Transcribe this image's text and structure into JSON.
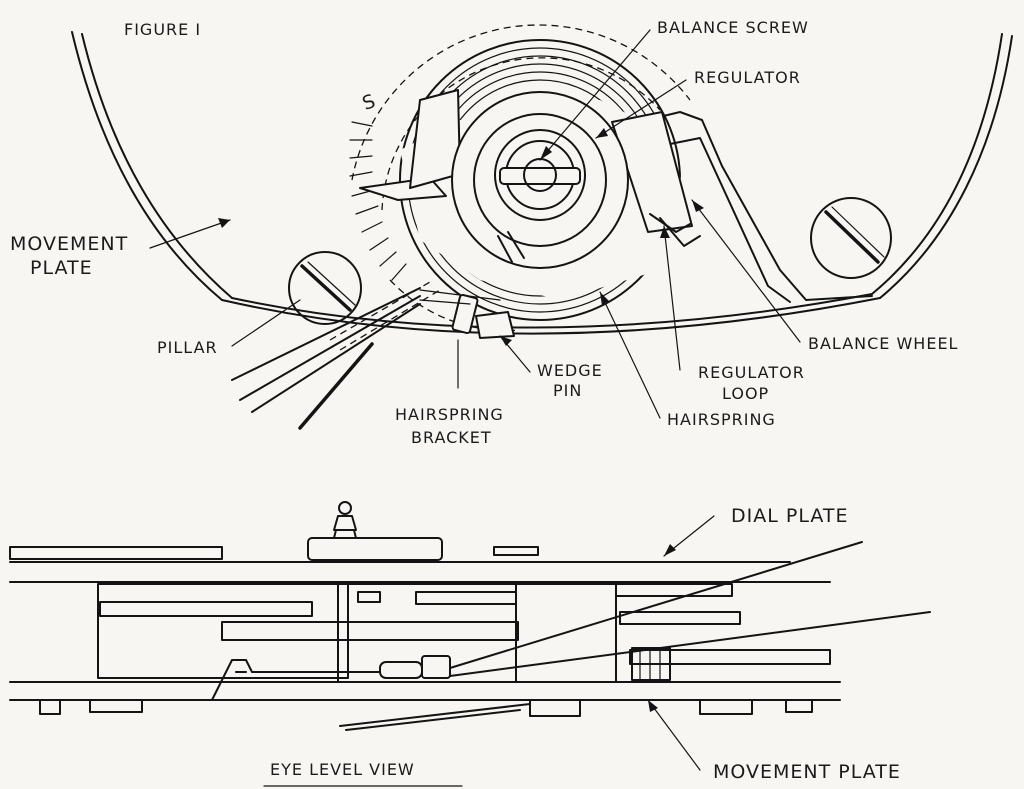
{
  "figure_label": "FIGURE I",
  "top_view": {
    "labels": {
      "balance_screw": "BALANCE SCREW",
      "regulator": "REGULATOR",
      "movement_plate_1": "MOVEMENT",
      "movement_plate_2": "PLATE",
      "pillar": "PILLAR",
      "balance_wheel": "BALANCE WHEEL",
      "regulator_loop_1": "REGULATOR",
      "regulator_loop_2": "LOOP",
      "wedge_pin_1": "WEDGE",
      "wedge_pin_2": "PIN",
      "hairspring_bracket_1": "HAIRSPRING",
      "hairspring_bracket_2": "BRACKET",
      "hairspring": "HAIRSPRING",
      "scale_mark": "S"
    }
  },
  "side_view": {
    "labels": {
      "dial_plate": "DIAL PLATE",
      "movement_plate": "MOVEMENT PLATE",
      "caption": "EYE LEVEL VIEW"
    }
  }
}
